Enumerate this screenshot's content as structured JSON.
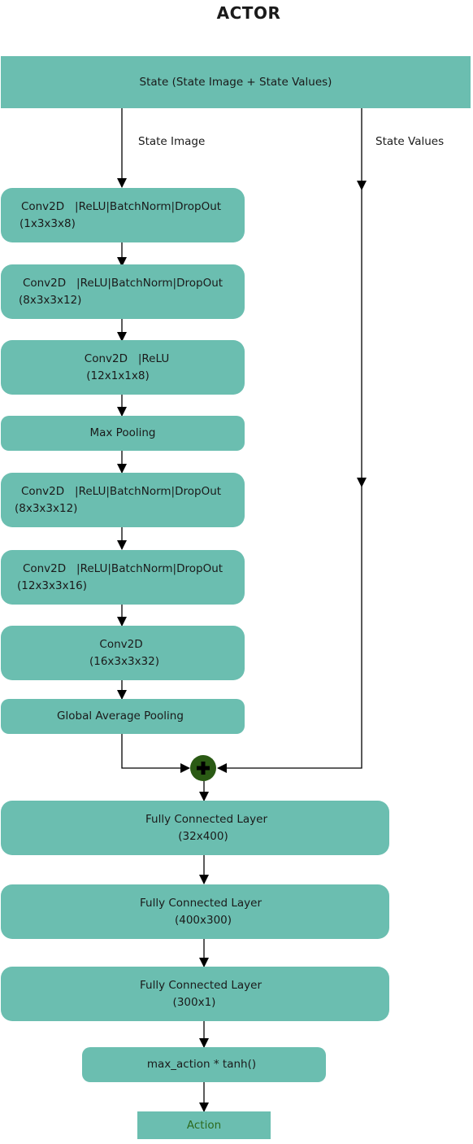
{
  "title": "ACTOR",
  "state_box": "State (State Image + State Values)",
  "edge_labels": {
    "state_image": "State Image",
    "state_values": "State Values"
  },
  "conv_blocks": [
    {
      "l1": "Conv2D   |ReLU|BatchNorm|DropOut",
      "l2": "(1x3x3x8)"
    },
    {
      "l1": "Conv2D   |ReLU|BatchNorm|DropOut",
      "l2": "(8x3x3x12)"
    },
    {
      "l1": "Conv2D   |ReLU",
      "l2": "(12x1x1x8)"
    },
    {
      "l1": "Max Pooling"
    },
    {
      "l1": "Conv2D   |ReLU|BatchNorm|DropOut",
      "l2": "(8x3x3x12)"
    },
    {
      "l1": "Conv2D   |ReLU|BatchNorm|DropOut",
      "l2": "(12x3x3x16)"
    },
    {
      "l1": "Conv2D",
      "l2": "(16x3x3x32)"
    },
    {
      "l1": "Global Average Pooling"
    }
  ],
  "fc_blocks": [
    {
      "l1": "Fully Connected Layer",
      "l2": "(32x400)"
    },
    {
      "l1": "Fully Connected Layer",
      "l2": "(400x300)"
    },
    {
      "l1": "Fully Connected Layer",
      "l2": "(300x1)"
    }
  ],
  "output_fn": "max_action * tanh()",
  "action": "Action",
  "colors": {
    "box_fill": "#6bbeb0",
    "merge_node": "#2a5a14",
    "action_text": "#2d6a1e"
  }
}
